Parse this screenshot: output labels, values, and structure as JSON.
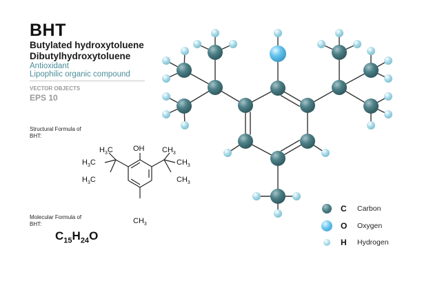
{
  "header": {
    "title": "BHT",
    "name_1": "Butylated hydroxytoluene",
    "name_2": "Dibutylhydroxytoluene",
    "desc_1": "Antioxidant",
    "desc_2": "Lipophilic organic compound",
    "tag_1": "VECTOR OBJECTS",
    "tag_2": "EPS 10"
  },
  "structural": {
    "caption_1": "Structural  Formula of",
    "caption_2": "BHT:",
    "labels": {
      "h3c_top": "H",
      "h3c_top_sub": "3",
      "h3c_top_c": "C",
      "oh": "OH",
      "ch3_top": "CH",
      "ch3_top_sub": "3",
      "h3c_mid": "H",
      "h3c_mid_sub": "3",
      "h3c_mid_c": "C",
      "ch3_mid": "CH",
      "ch3_mid_sub": "3",
      "h3c_low": "H",
      "h3c_low_sub": "3",
      "h3c_low_c": "C",
      "ch3_low": "CH",
      "ch3_low_sub": "3",
      "ch3_bottom": "CH",
      "ch3_bottom_sub": "3"
    }
  },
  "molecular": {
    "caption_1": "Molecular Formula of",
    "caption_2": "BHT:",
    "c": "C",
    "c_n": "15",
    "h": "H",
    "h_n": "24",
    "o": "O"
  },
  "legend": [
    {
      "symbol": "C",
      "label": "Carbon",
      "color": "#4d8088"
    },
    {
      "symbol": "O",
      "label": "Oxygen",
      "color": "#64c4ee"
    },
    {
      "symbol": "H",
      "label": "Hydrogen",
      "color": "#a9dbe9"
    }
  ],
  "colors": {
    "carbon": "#4d8088",
    "oxygen": "#64c4ee",
    "hydrogen": "#a9dbe9",
    "bond": "#333333"
  }
}
